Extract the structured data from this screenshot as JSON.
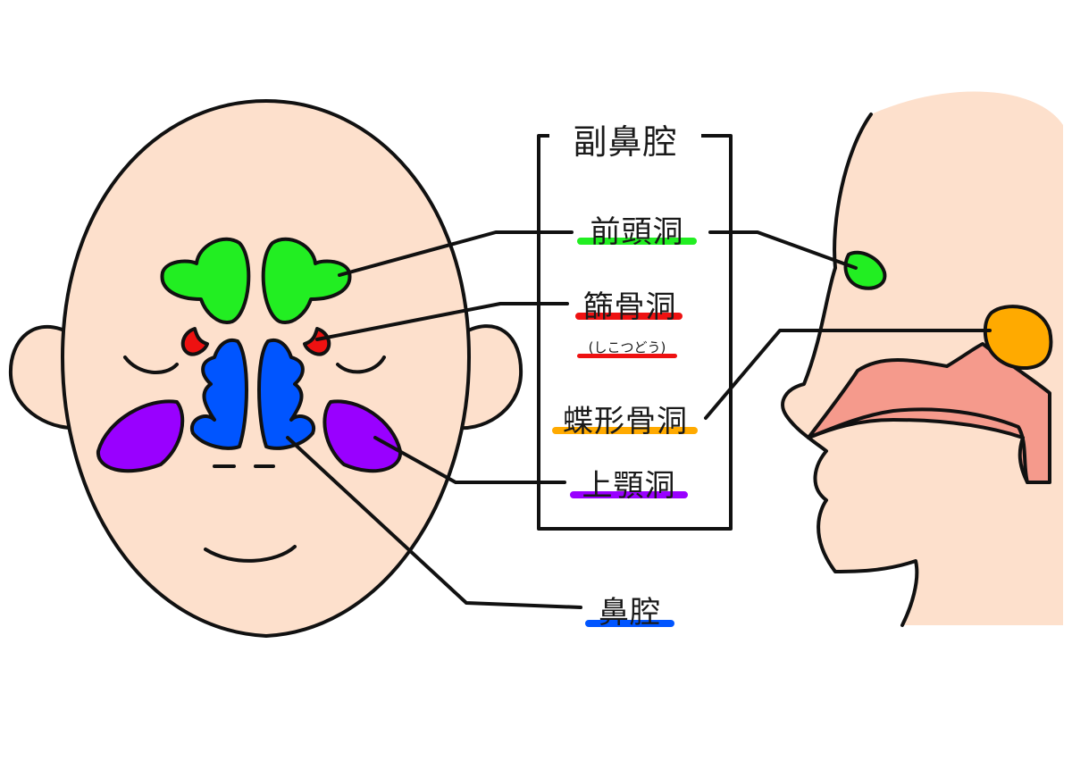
{
  "title": "副鼻腔",
  "labels": {
    "frontal": "前頭洞",
    "ethmoid": "篩骨洞",
    "ethmoid_reading": "(しこつどう)",
    "sphenoid": "蝶形骨洞",
    "maxillary": "上顎洞",
    "nasal": "鼻腔"
  },
  "colors": {
    "skin": "#fde0cc",
    "frontal": "#22ee22",
    "ethmoid": "#ee1111",
    "sphenoid": "#ffaa00",
    "maxillary": "#9900ff",
    "nasal": "#0055ff",
    "throat": "#f59a8c",
    "outline": "#111111"
  }
}
